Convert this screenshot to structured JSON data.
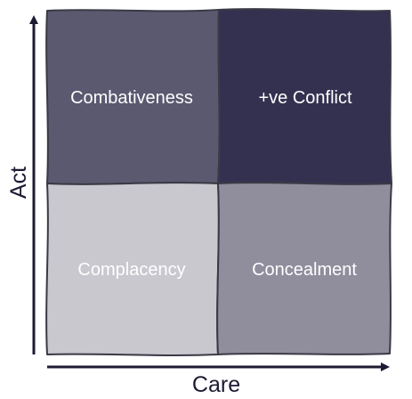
{
  "diagram": {
    "axes": {
      "y_label": "Act",
      "x_label": "Care"
    },
    "quadrants": {
      "top_left": {
        "label": "Combativeness",
        "fill": "#5b5970",
        "text_color": "#ffffff"
      },
      "top_right": {
        "label": "+ve Conflict",
        "fill": "#343150",
        "text_color": "#ffffff"
      },
      "bottom_left": {
        "label": "Complacency",
        "fill": "#c9c8cf",
        "text_color": "#ffffff"
      },
      "bottom_right": {
        "label": "Concealment",
        "fill": "#908e9d",
        "text_color": "#ffffff"
      }
    },
    "colors": {
      "outline": "#3a3a46",
      "axis": "#1c1b33"
    }
  }
}
